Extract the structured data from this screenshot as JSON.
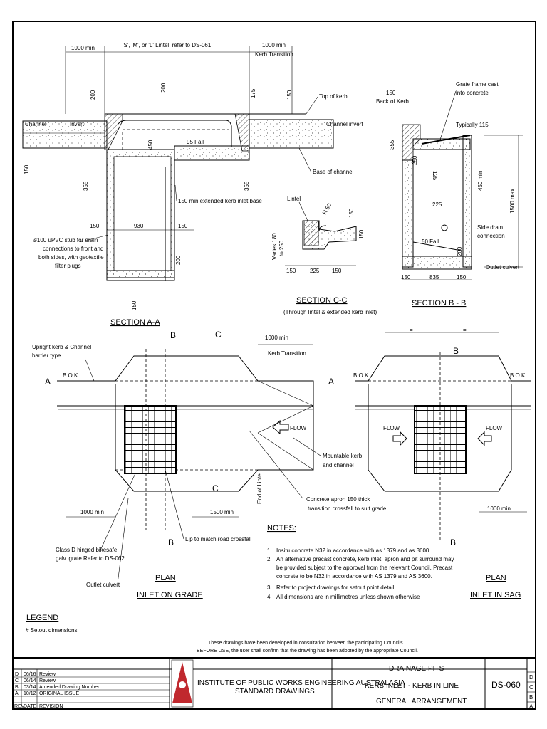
{
  "section_aa": {
    "title": "SECTION A-A",
    "dim_1000_left": "1000 min",
    "dim_lintel": "'S', 'M', or 'L'  Lintel, refer to DS-061",
    "dim_1000_right": "1000 min",
    "kerb_transition": "Kerb Transition",
    "v200a": "200",
    "v200b": "200",
    "v175": "175",
    "v150a": "150",
    "top_of_kerb": "Top of kerb",
    "channel": "Channel",
    "invert": "Invert",
    "channel_invert": "Channel invert",
    "v450": "450",
    "fall": "95 Fall",
    "v150b": "150",
    "v355a": "355",
    "v355b": "355",
    "base_of_channel": "Base of channel",
    "extended_base": "150 min extended kerb inlet base",
    "d150l": "150",
    "d930": "930",
    "d150r": "150",
    "upvc": [
      "ø100 uPVC stub for drain",
      "connections to front and",
      "both sides, with geotextile",
      "filter plugs"
    ],
    "v200c": "200",
    "v150c": "150"
  },
  "section_cc": {
    "title": "SECTION C-C",
    "subtitle": "(Through lintel & extended kerb inlet)",
    "lintel": "Lintel",
    "r50": "R 50",
    "v150a": "150",
    "v150b": "150",
    "varies": [
      "Varies 180",
      "to 250"
    ],
    "d150a": "150",
    "d225": "225",
    "d150b": "150"
  },
  "section_bb": {
    "title": "SECTION B - B",
    "back_of_kerb": [
      "150",
      "Back of Kerb"
    ],
    "grate_frame": [
      "Grate frame cast",
      "into concrete"
    ],
    "typically": "Typically 115",
    "v355": "355",
    "v250": "250",
    "v125": "125",
    "v450": "450 min",
    "v1500": "1500 max",
    "d225": "225",
    "side_drain": [
      "Side drain",
      "connection"
    ],
    "fall": "50 Fall",
    "v200": "200",
    "outlet": "Outlet culvert",
    "d150a": "150",
    "d835": "835",
    "d150b": "150"
  },
  "plan_grade": {
    "title": [
      "PLAN",
      "INLET ON GRADE"
    ],
    "upright": [
      "Upright kerb & Channel",
      "barrier type"
    ],
    "bok": "B.O.K",
    "label_a": "A",
    "label_b": "B",
    "label_c": "C",
    "dim_1000": "1000 min",
    "kerb_transition": "Kerb Transition",
    "flow": "FLOW",
    "mountable": [
      "Mountable kerb",
      "and channel"
    ],
    "end_lintel": "End of Lintel",
    "apron": [
      "Concrete apron 150 thick",
      "transition crossfall to suit grade"
    ],
    "dim_1000b": "1000 min",
    "dim_1500": "1500 min",
    "lip": "Lip to match road crossfall",
    "grate": [
      "Class D hinged bikesafe",
      "galv. grate Refer to DS-062"
    ],
    "outlet": "Outlet culvert"
  },
  "plan_sag": {
    "title": [
      "PLAN",
      "INLET IN SAG"
    ],
    "eq": "=",
    "bok": "B.O.K",
    "label_b": "B",
    "flow": "FLOW",
    "dim_1000": "1000 min"
  },
  "notes": {
    "title": "NOTES:",
    "items": [
      [
        "1.",
        "Insitu concrete N32 in accordance with as 1379 and as 3600"
      ],
      [
        "2.",
        "An alternative precast concrete, kerb inlet, apron and pit surround may"
      ],
      [
        "",
        "be provided subject to the approval from the relevant Council. Precast"
      ],
      [
        "",
        "concrete to be N32 in accordance with AS 1379 and AS 3600."
      ],
      [
        "3.",
        "Refer to project drawings for setout point detail"
      ],
      [
        "4.",
        "All dimensions are in millimetres unless shown otherwise"
      ]
    ]
  },
  "legend": {
    "title": "LEGEND",
    "item": "# Setout dimensions"
  },
  "disclaimer": [
    "These drawings have been developed in consultation between the participating Councils.",
    "BEFORE USE, the user shall confirm that the drawing has been adopted by the appropriate Council."
  ],
  "revisions": [
    [
      "D",
      "06/16",
      "Review"
    ],
    [
      "C",
      "06/14",
      "Review"
    ],
    [
      "B",
      "03/14",
      "Amended Drawing Number"
    ],
    [
      "A",
      "10/12",
      "ORIGINAL ISSUE"
    ],
    [
      "REV",
      "DATE",
      "REVISION"
    ]
  ],
  "institute": [
    "INSTITUTE OF PUBLIC WORKS ENGINEERING AUSTRALASIA",
    "STANDARD DRAWINGS"
  ],
  "drawing_title": [
    "DRAINAGE PITS",
    "KERB INLET - KERB IN LINE",
    "GENERAL ARRANGEMENT"
  ],
  "drawing_number": "DS-060",
  "rev_letters": [
    "D",
    "C",
    "B",
    "A"
  ],
  "colors": {
    "logo": "#c0282e"
  }
}
